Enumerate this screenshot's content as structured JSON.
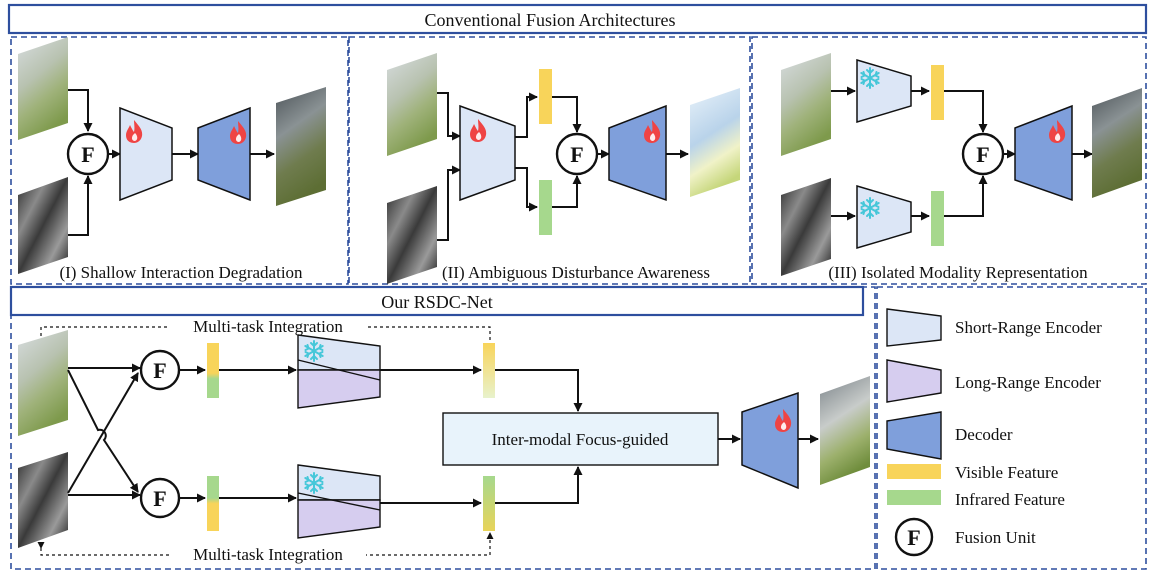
{
  "header": {
    "title": "Conventional  Fusion Architectures"
  },
  "panels": {
    "shallow": {
      "caption": "(I) Shallow Interaction Degradation"
    },
    "ambiguous": {
      "caption": "(II) Ambiguous Disturbance Awareness"
    },
    "isolated": {
      "caption": "(III) Isolated Modality Representation"
    }
  },
  "ours": {
    "title": "Our RSDC-Net",
    "multitask_top": "Multi-task Integration",
    "multitask_bottom": "Multi-task Integration",
    "focus_module": "Inter-modal Focus-guided"
  },
  "fusion_symbol": "F",
  "legend": {
    "items": [
      {
        "label": "Short-Range Encoder"
      },
      {
        "label": "Long-Range Encoder"
      },
      {
        "label": "Decoder"
      },
      {
        "label": "Visible Feature"
      },
      {
        "label": "Infrared Feature"
      },
      {
        "label": "Fusion Unit"
      }
    ]
  },
  "colors": {
    "frame_blue": "#2e4f9e",
    "short_encoder": "#dce6f6",
    "long_encoder": "#d6cdef",
    "decoder": "#7f9fdb",
    "visible_feature": "#f8d45a",
    "infrared_feature": "#a6d88d",
    "fire": "#ef4444",
    "snow": "#46c7d9",
    "focus_box": "#e8f3fb"
  },
  "icons": {
    "trainable": "fire-icon",
    "frozen": "snowflake-icon"
  }
}
